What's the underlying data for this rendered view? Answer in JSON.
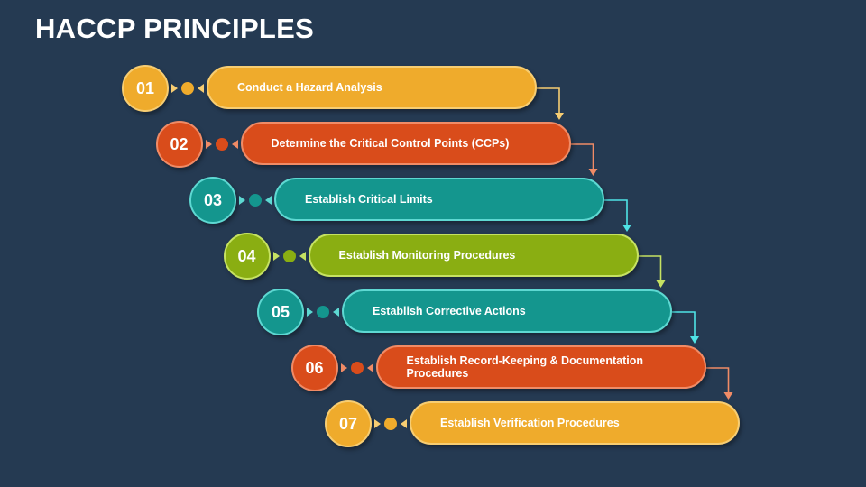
{
  "title": "HACCP PRINCIPLES",
  "steps": [
    {
      "number": "01",
      "label": "Conduct a Hazard Analysis",
      "color": "#efab2c",
      "border": "#f7cd72",
      "arrow": "#f7cd72"
    },
    {
      "number": "02",
      "label": "Determine the Critical Control Points (CCPs)",
      "color": "#d94c1b",
      "border": "#f08b66",
      "arrow": "#f08b66"
    },
    {
      "number": "03",
      "label": "Establish Critical Limits",
      "color": "#14968e",
      "border": "#5ed8d2",
      "arrow": "#4fe3e6"
    },
    {
      "number": "04",
      "label": "Establish Monitoring Procedures",
      "color": "#8aae12",
      "border": "#c6e262",
      "arrow": "#c6e262"
    },
    {
      "number": "05",
      "label": "Establish Corrective Actions",
      "color": "#14968e",
      "border": "#5ed8d2",
      "arrow": "#4fe3e6"
    },
    {
      "number": "06",
      "label": "Establish Record-Keeping & Documentation Procedures",
      "color": "#d94c1b",
      "border": "#f08b66",
      "arrow": "#f08b66"
    },
    {
      "number": "07",
      "label": "Establish Verification Procedures",
      "color": "#efab2c",
      "border": "#f7cd72",
      "arrow": "#f7cd72"
    }
  ]
}
